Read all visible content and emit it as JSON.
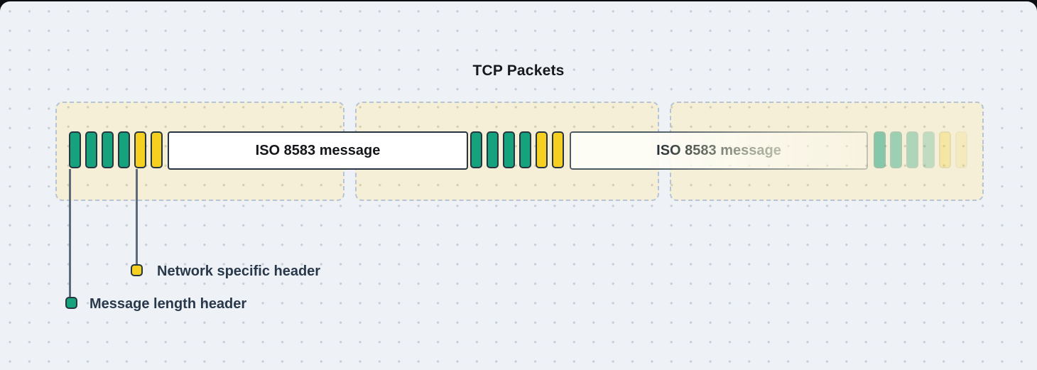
{
  "title": "TCP Packets",
  "packets": [
    {
      "name": "tcp-packet-1",
      "message": "ISO 8583 message",
      "bars": [
        "green",
        "green",
        "green",
        "green",
        "yellow",
        "yellow"
      ],
      "faded": false
    },
    {
      "name": "tcp-packet-2",
      "message": "ISO 8583 message",
      "bars": [
        "green",
        "green",
        "green",
        "green",
        "yellow",
        "yellow"
      ],
      "faded": false
    },
    {
      "name": "tcp-packet-3",
      "message": "",
      "bars": [
        "green",
        "green",
        "green",
        "green",
        "yellow",
        "yellow"
      ],
      "faded": true
    }
  ],
  "legend": [
    {
      "label": "Network specific header",
      "color": "#f5d021"
    },
    {
      "label": "Message length header",
      "color": "#16a27c"
    }
  ],
  "colors": {
    "background": "#eef2f6",
    "dot_grid": "#c7cdd5",
    "packet_fill": "#f6efd7",
    "packet_dashed_border": "#b5c4d8",
    "green_bar": "#16a27c",
    "yellow_bar": "#f5d021",
    "bar_border": "#263540",
    "message_box_fill": "#ffffff",
    "title_text": "#17191c",
    "legend_text": "#29394b",
    "connector_line": "#5c6b7a"
  }
}
